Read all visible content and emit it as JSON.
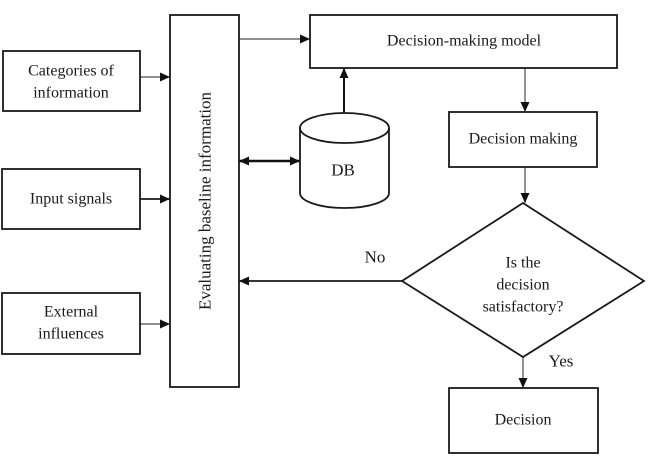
{
  "diagram": {
    "type": "flowchart",
    "background_color": "#ffffff",
    "ink_color": "#1a1a1a",
    "nodes": {
      "categories": {
        "lines": [
          "Categories of",
          "information"
        ]
      },
      "input_signals": {
        "label": "Input signals"
      },
      "external_influences": {
        "lines": [
          "External",
          "influences"
        ]
      },
      "evaluating": {
        "label": "Evaluating baseline information"
      },
      "model": {
        "label": "Decision-making model"
      },
      "db": {
        "label": "DB"
      },
      "decision_making": {
        "label": "Decision making"
      },
      "satisfactory": {
        "lines": [
          "Is the",
          "decision",
          "satisfactory?"
        ]
      },
      "decision": {
        "label": "Decision"
      }
    },
    "edge_labels": {
      "no": "No",
      "yes": "Yes"
    }
  }
}
